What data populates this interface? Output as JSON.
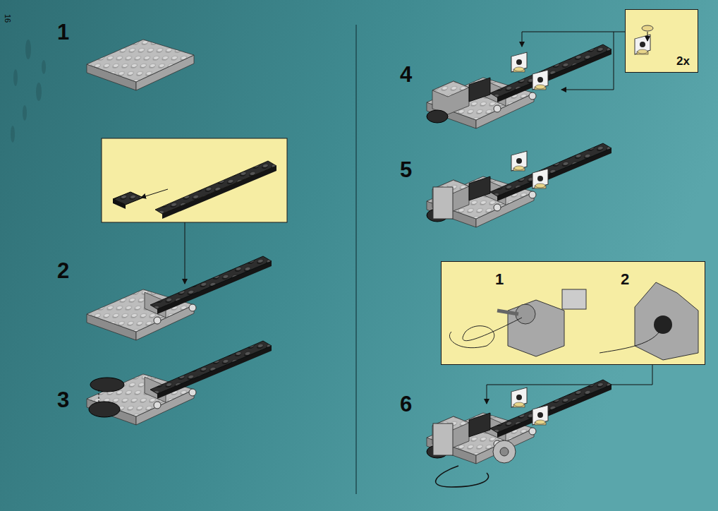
{
  "diagram": {
    "nodes": [
      {
        "text": [
          "2x"
        ]
      },
      {
        "text": [
          "1",
          "2"
        ]
      }
    ],
    "labels": [
      "16",
      "1",
      "2",
      "3",
      "4",
      "5",
      "6"
    ]
  }
}
